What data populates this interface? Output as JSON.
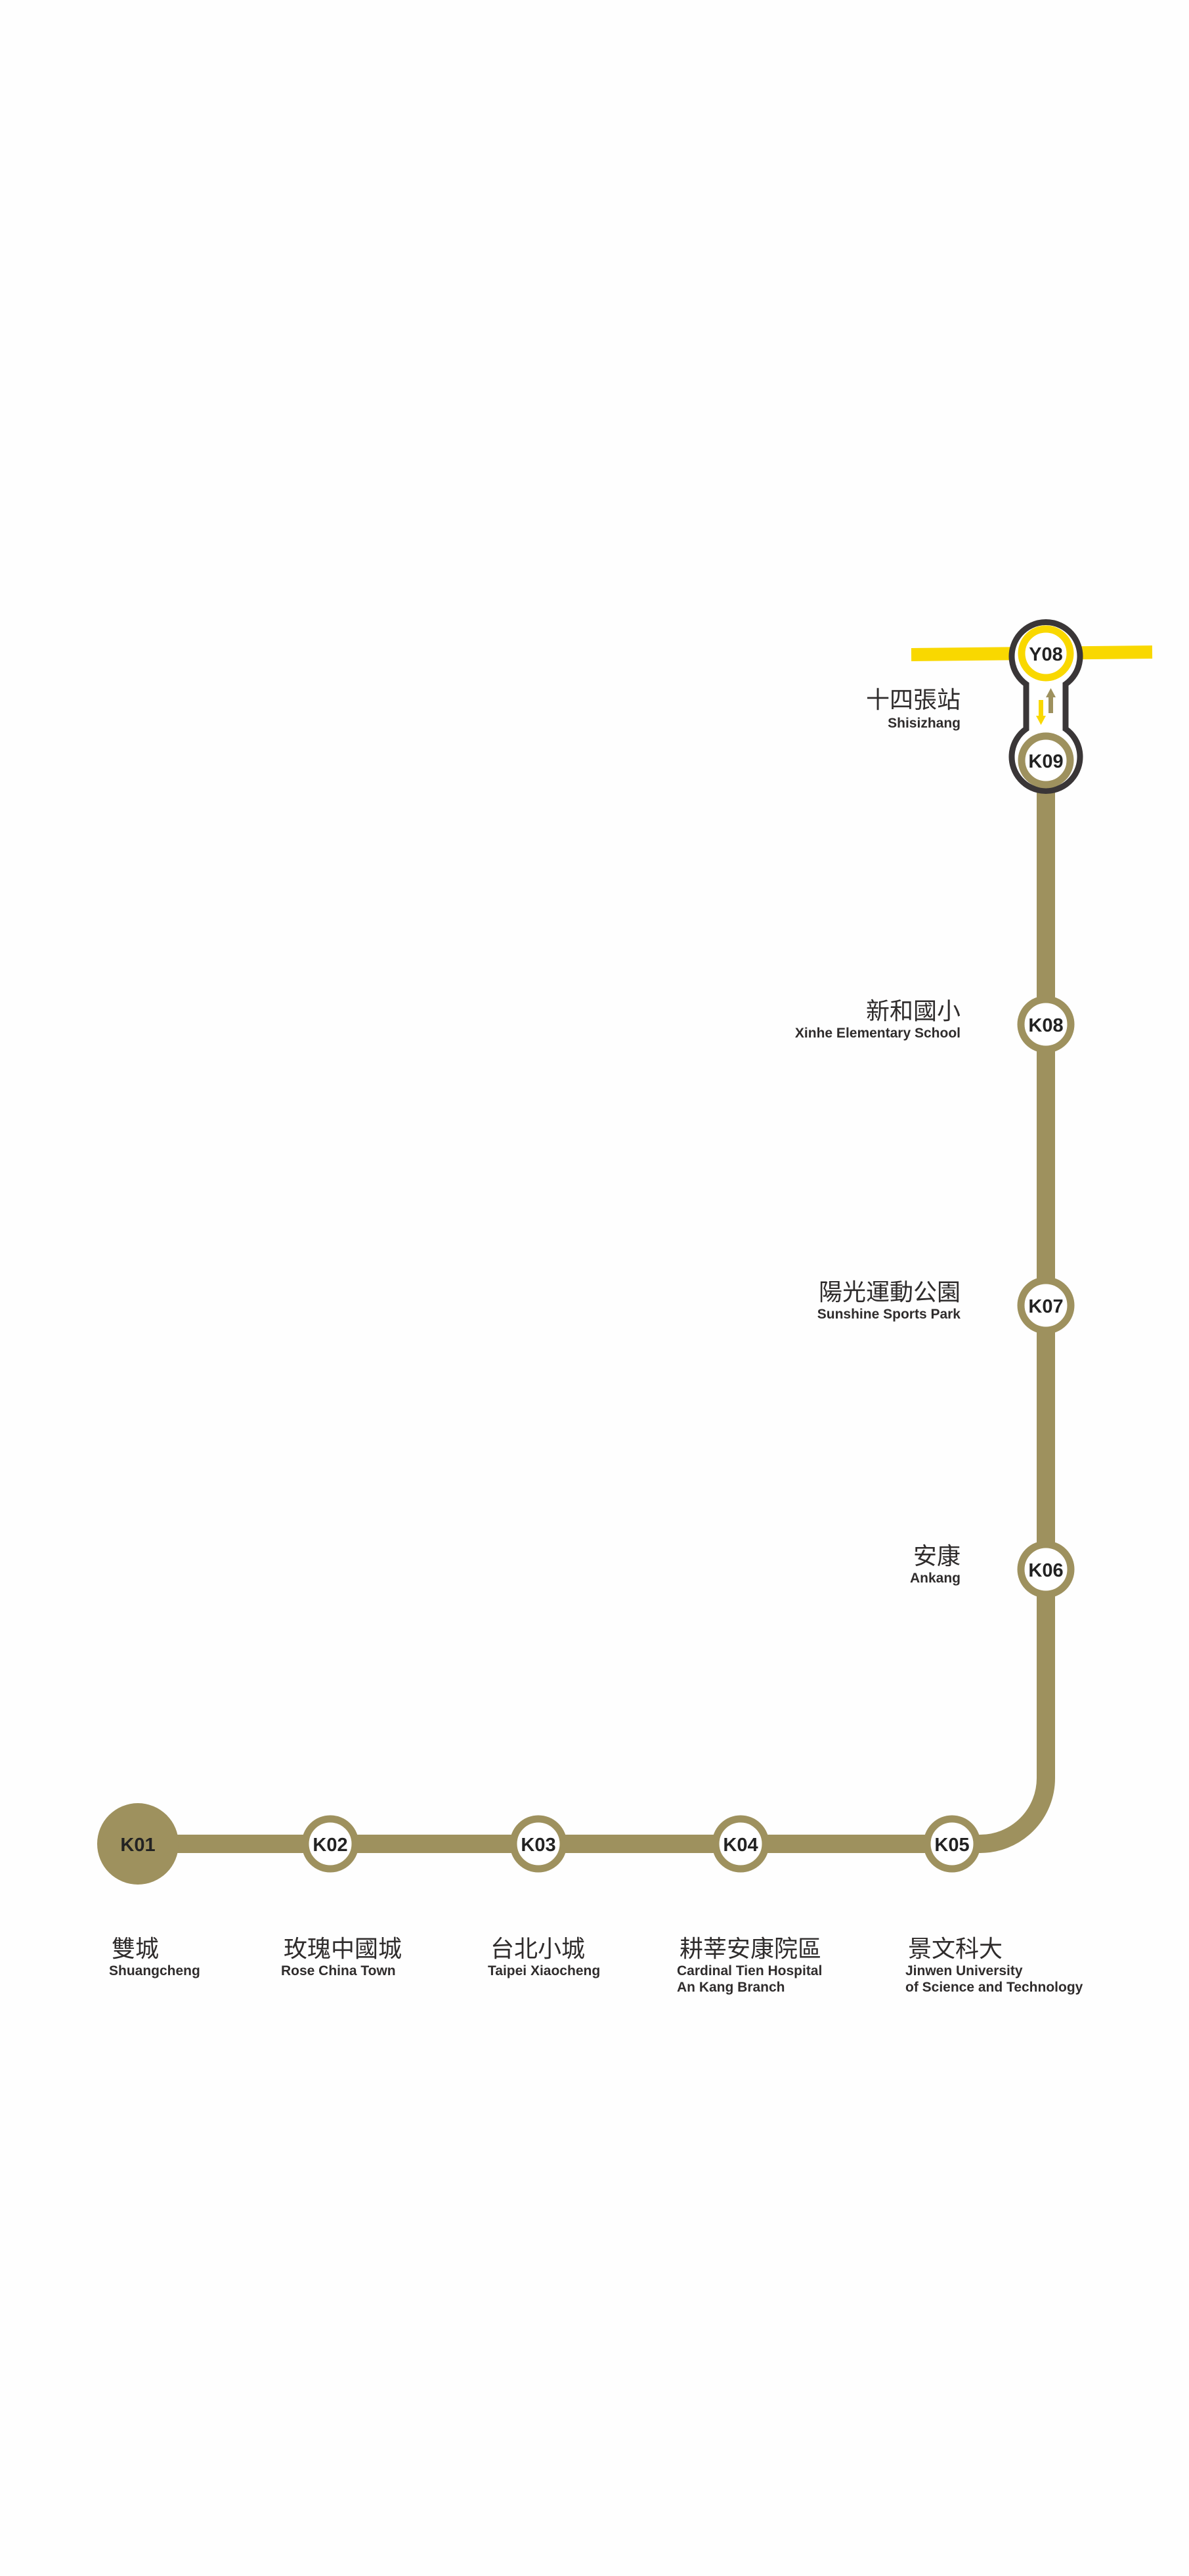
{
  "colors": {
    "line_k": "#9e915e",
    "line_y": "#f9d800",
    "interchange_outline": "#3a3637",
    "text": "#2f2c2c"
  },
  "interchange": {
    "name_zh": "十四張站",
    "name_en": "Shisizhang",
    "codes": [
      "Y08",
      "K09"
    ],
    "transfer_icon": "transfer-arrows-icon"
  },
  "stations": [
    {
      "code": "K01",
      "name_zh": "雙城",
      "name_en": [
        "Shuangcheng"
      ],
      "terminal": true
    },
    {
      "code": "K02",
      "name_zh": "玫瑰中國城",
      "name_en": [
        "Rose China Town"
      ]
    },
    {
      "code": "K03",
      "name_zh": "台北小城",
      "name_en": [
        "Taipei Xiaocheng"
      ]
    },
    {
      "code": "K04",
      "name_zh": "耕莘安康院區",
      "name_en": [
        "Cardinal Tien Hospital",
        "An Kang Branch"
      ]
    },
    {
      "code": "K05",
      "name_zh": "景文科大",
      "name_en": [
        "Jinwen University",
        "of Science and Technology"
      ]
    },
    {
      "code": "K06",
      "name_zh": "安康",
      "name_en": [
        "Ankang"
      ]
    },
    {
      "code": "K07",
      "name_zh": "陽光運動公園",
      "name_en": [
        "Sunshine Sports Park"
      ]
    },
    {
      "code": "K08",
      "name_zh": "新和國小",
      "name_en": [
        "Xinhe Elementary School"
      ]
    }
  ]
}
